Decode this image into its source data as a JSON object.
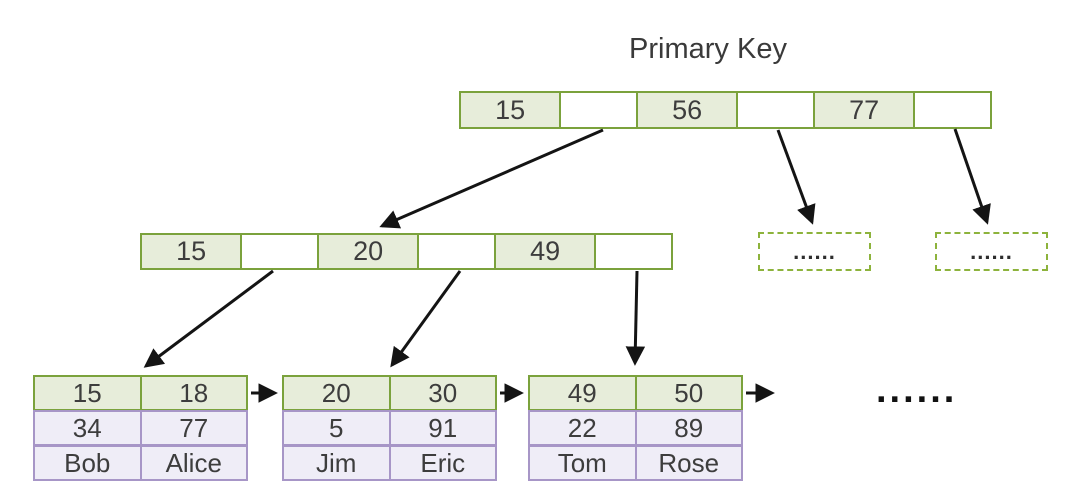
{
  "title": "Primary Key",
  "root_node": {
    "cells": [
      "15",
      "",
      "56",
      "",
      "77",
      ""
    ]
  },
  "internal_node": {
    "cells": [
      "15",
      "",
      "20",
      "",
      "49",
      ""
    ]
  },
  "dashed_nodes": [
    {
      "label": "......"
    },
    {
      "label": "......"
    }
  ],
  "leaf_nodes": [
    {
      "rows": [
        [
          "15",
          "18"
        ],
        [
          "34",
          "77"
        ],
        [
          "Bob",
          "Alice"
        ]
      ]
    },
    {
      "rows": [
        [
          "20",
          "30"
        ],
        [
          "5",
          "91"
        ],
        [
          "Jim",
          "Eric"
        ]
      ]
    },
    {
      "rows": [
        [
          "49",
          "50"
        ],
        [
          "22",
          "89"
        ],
        [
          "Tom",
          "Rose"
        ]
      ]
    }
  ],
  "ellipsis": "......",
  "colors": {
    "node_border_green": "#7ba23c",
    "node_fill_green": "#e7edda",
    "dashed_border_green": "#8db33c",
    "leaf_border_purple": "#a796c7",
    "leaf_fill_purple": "#efedf7",
    "arrow": "#141414",
    "text": "#3d3d3d"
  }
}
